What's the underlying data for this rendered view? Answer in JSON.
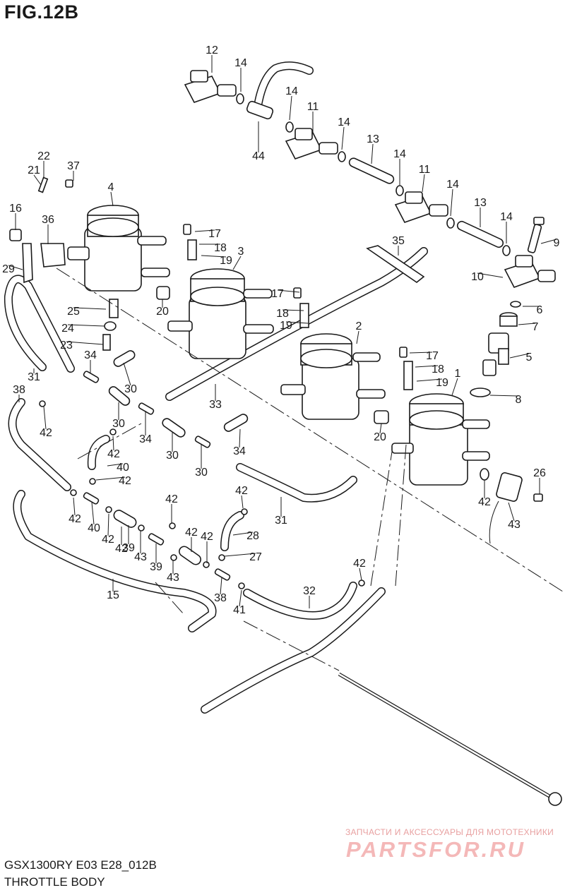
{
  "figure": {
    "title": "FIG.12B"
  },
  "footer": {
    "model_code": "GSX1300RY E03 E28_012B",
    "section_name": "THROTTLE BODY"
  },
  "watermark": {
    "tagline": "ЗАПЧАСТИ И АКСЕССУАРЫ ДЛЯ МОТОТЕХНИКИ",
    "brand": "PARTSFOR.RU",
    "color": "#f4b8b8"
  },
  "callouts": [
    "12",
    "14",
    "44",
    "14",
    "11",
    "14",
    "13",
    "14",
    "11",
    "14",
    "13",
    "14",
    "9",
    "10",
    "6",
    "7",
    "5",
    "8",
    "22",
    "21",
    "37",
    "4",
    "16",
    "36",
    "29",
    "35",
    "17",
    "18",
    "3",
    "19",
    "17",
    "18",
    "19",
    "2",
    "17",
    "18",
    "19",
    "1",
    "25",
    "24",
    "23",
    "20",
    "20",
    "34",
    "31",
    "30",
    "33",
    "38",
    "42",
    "30",
    "34",
    "30",
    "34",
    "30",
    "42",
    "40",
    "42",
    "31",
    "42",
    "40",
    "42",
    "28",
    "27",
    "26",
    "42",
    "43",
    "42",
    "39",
    "42",
    "43",
    "39",
    "42",
    "42",
    "42",
    "43",
    "42",
    "38",
    "41",
    "32",
    "15"
  ],
  "colors": {
    "line": "#1a1a1a",
    "background": "#ffffff"
  }
}
